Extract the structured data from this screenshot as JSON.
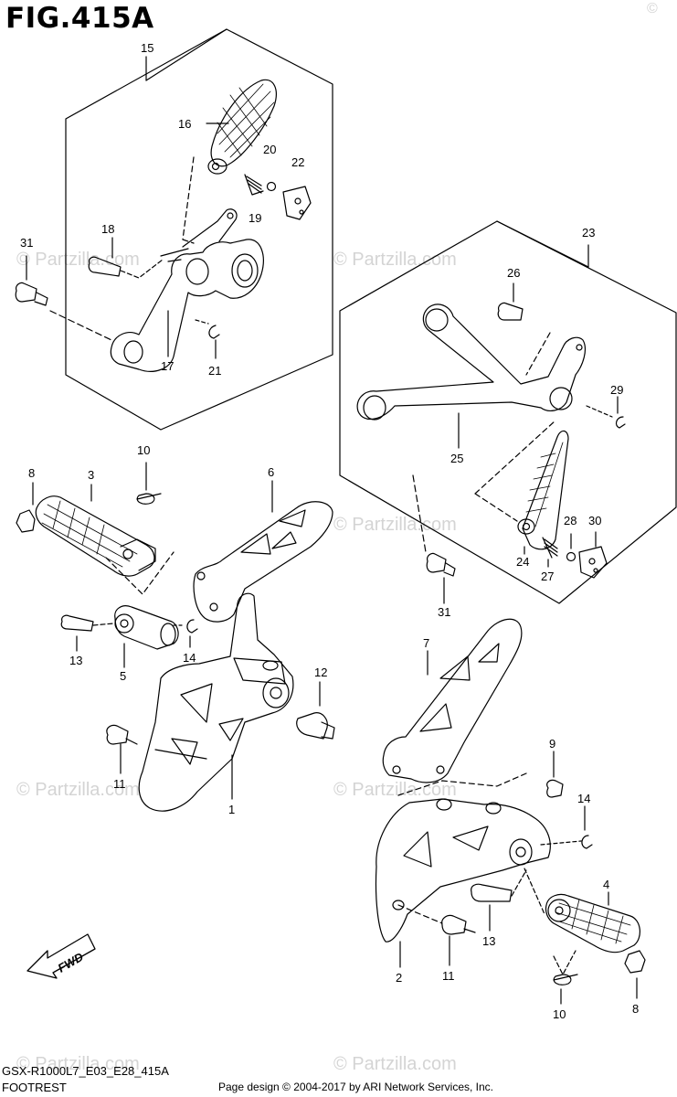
{
  "figure": {
    "title": "FIG.415A",
    "model_code": "GSX-R1000L7_E03_E28_415A",
    "section_name": "FOOTREST",
    "credit": "Page design © 2004-2017 by ARI Network Services, Inc.",
    "watermark": "Partzilla.com",
    "watermark_symbol": "©",
    "fwd_label": "FWD"
  },
  "callouts": {
    "p1": "1",
    "p2": "2",
    "p3": "3",
    "p4": "4",
    "p5": "5",
    "p6": "6",
    "p7": "7",
    "p8a": "8",
    "p8b": "8",
    "p9": "9",
    "p10a": "10",
    "p10b": "10",
    "p11a": "11",
    "p11b": "11",
    "p12": "12",
    "p13a": "13",
    "p13b": "13",
    "p14a": "14",
    "p14b": "14",
    "p15": "15",
    "p16": "16",
    "p17": "17",
    "p18": "18",
    "p19": "19",
    "p20": "20",
    "p21": "21",
    "p22": "22",
    "p23": "23",
    "p24": "24",
    "p25": "25",
    "p26": "26",
    "p27": "27",
    "p28": "28",
    "p29": "29",
    "p30": "30",
    "p31a": "31",
    "p31b": "31"
  }
}
